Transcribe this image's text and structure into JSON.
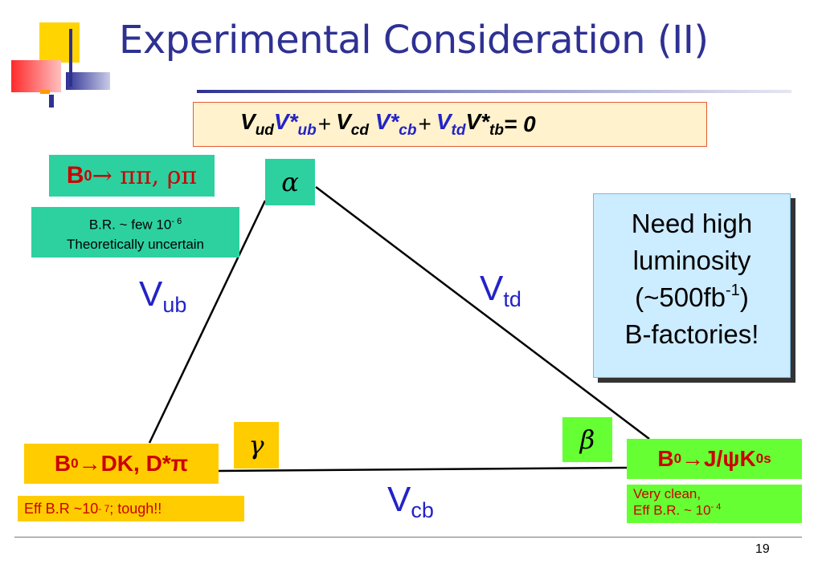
{
  "slide": {
    "title": "Experimental Consideration (II)",
    "page_number": "19"
  },
  "equation": {
    "t1_v": "V",
    "t1_sub": "ud",
    "t2_v": "V*",
    "t2_sub": "ub",
    "plus1": "+",
    "t3_v": "V",
    "t3_sub": "cd",
    "t4_v": "V*",
    "t4_sub": "cb",
    "plus2": "+",
    "t5_v": "V",
    "t5_sub": "td",
    "t6_v": "V*",
    "t6_sub": "tb",
    "rhs": " = 0"
  },
  "alpha_vertex": {
    "decay_head": "B",
    "decay_sup": "0",
    "decay_tail": "→ ππ, ρπ",
    "note_line1_pre": "B.R. ~ few 10",
    "note_line1_sup": "- 6",
    "note_line2": "Theoretically uncertain",
    "angle": "α"
  },
  "gamma_vertex": {
    "decay_head": "B",
    "decay_sup": "0",
    "decay_tail": "→DK, D*π",
    "note_pre": "Eff B.R ~10",
    "note_sup": "- 7",
    "note_post": "; tough!!",
    "angle": "γ"
  },
  "beta_vertex": {
    "decay_head": "B",
    "decay_sup": "0",
    "decay_mid": "→J/ψK",
    "decay_sup2": "0",
    "decay_sub": "s",
    "note_line1": "Very clean,",
    "note_line2_pre": "Eff  B.R. ~  10",
    "note_line2_sup": "- 4",
    "angle": "β"
  },
  "sides": {
    "ub_v": "V",
    "ub_sub": "ub",
    "td_v": "V",
    "td_sub": "td",
    "cb_v": "V",
    "cb_sub": "cb"
  },
  "luminosity": {
    "line1": "Need high",
    "line2": "luminosity",
    "line3_pre": "(~500fb",
    "line3_sup": "-1",
    "line3_post": ")",
    "line4": "B-factories!"
  },
  "colors": {
    "title_blue": "#2E3192",
    "label_blue": "#2323C8",
    "alpha_green": "#2DD1A0",
    "beta_lime": "#66FF33",
    "gamma_gold": "#FFCC00",
    "decay_red": "#CC0000",
    "equation_bg": "#FFF2CC",
    "luminosity_bg": "#CCECFF"
  }
}
